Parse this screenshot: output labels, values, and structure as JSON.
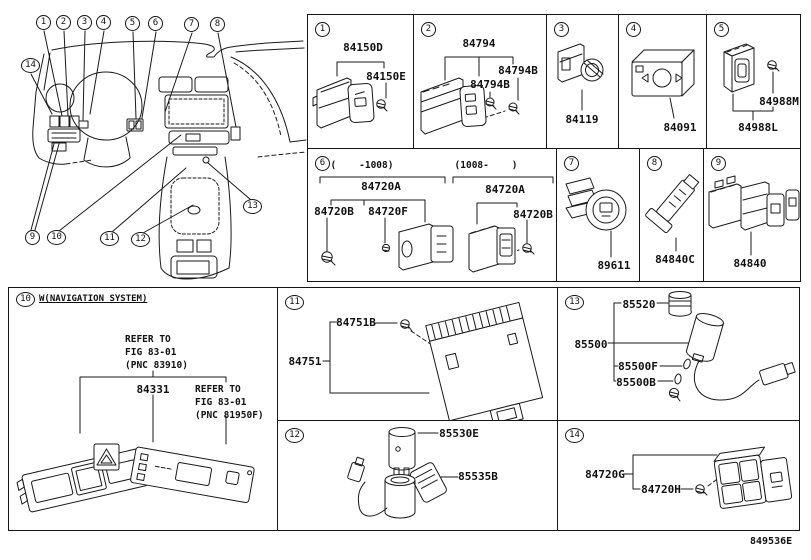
{
  "footer": {
    "doc_number": "849536E"
  },
  "overview": {
    "callouts": [
      "1",
      "2",
      "3",
      "4",
      "5",
      "6",
      "7",
      "8",
      "9",
      "10",
      "11",
      "12",
      "13",
      "14"
    ]
  },
  "cells": {
    "c1": {
      "num": "1",
      "main": "84150D",
      "bulb": "84150E"
    },
    "c2": {
      "num": "2",
      "main": "84794",
      "b_right": "84794B",
      "b_mid": "84794B"
    },
    "c3": {
      "num": "3",
      "main": "84119"
    },
    "c4": {
      "num": "4",
      "main": "84091"
    },
    "c5": {
      "num": "5",
      "bulb": "84988M",
      "main": "84988L"
    },
    "c6": {
      "num": "6",
      "range_left": "(    -1008)",
      "range_right": "(1008-    )",
      "left_main": "84720A",
      "left_b": "84720B",
      "left_f": "84720F",
      "right_main": "84720A",
      "right_b": "84720B"
    },
    "c7": {
      "num": "7",
      "main": "89611"
    },
    "c8": {
      "num": "8",
      "main": "84840C"
    },
    "c9": {
      "num": "9",
      "main": "84840"
    },
    "c10": {
      "num": "10",
      "title": "W(NAVIGATION SYSTEM)",
      "note_top": [
        "REFER TO",
        "FIG 83-01",
        "(PNC 83910)"
      ],
      "main": "84331",
      "note_right": [
        "REFER TO",
        "FIG 83-01",
        "(PNC 81950F)"
      ]
    },
    "c11": {
      "num": "11",
      "bulb": "84751B",
      "main": "84751"
    },
    "c12": {
      "num": "12",
      "socket": "85530E",
      "cap": "85535B"
    },
    "c13": {
      "num": "13",
      "knob": "85520",
      "main": "85500",
      "part_f": "85500F",
      "part_b": "85500B"
    },
    "c14": {
      "num": "14",
      "main": "84720G",
      "bulb": "84720H"
    }
  }
}
